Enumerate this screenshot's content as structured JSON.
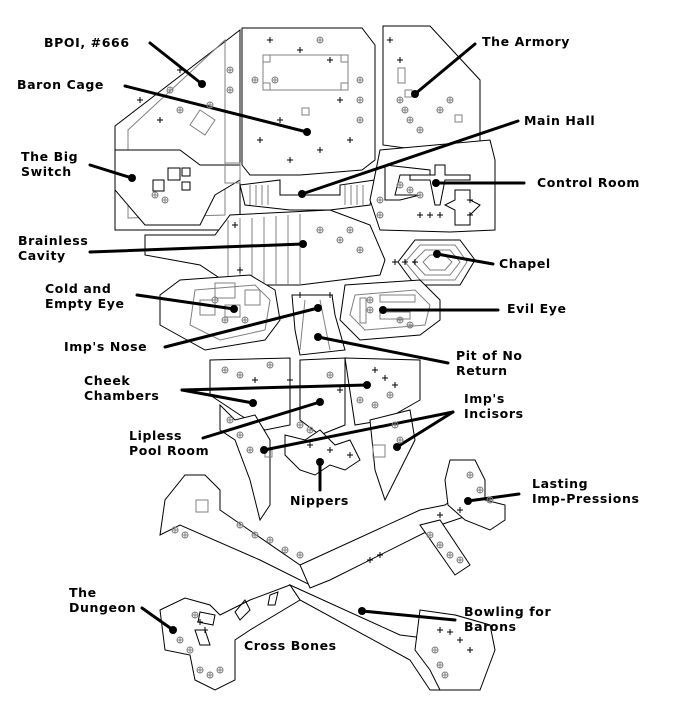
{
  "map": {
    "title": "Skull and Crossbones level map",
    "labels": [
      {
        "id": "bpoi",
        "lines": [
          "BPOI, #666"
        ]
      },
      {
        "id": "baron-cage",
        "lines": [
          "Baron Cage"
        ]
      },
      {
        "id": "the-big-switch",
        "lines": [
          "The Big",
          "Switch"
        ]
      },
      {
        "id": "brainless-cavity",
        "lines": [
          "Brainless",
          "Cavity"
        ]
      },
      {
        "id": "cold-and-empty-eye",
        "lines": [
          "Cold and",
          "Empty Eye"
        ]
      },
      {
        "id": "imps-nose",
        "lines": [
          "Imp's Nose"
        ]
      },
      {
        "id": "cheek-chambers",
        "lines": [
          "Cheek",
          "Chambers"
        ]
      },
      {
        "id": "lipless-pool-room",
        "lines": [
          "Lipless",
          "Pool Room"
        ]
      },
      {
        "id": "nippers",
        "lines": [
          "Nippers"
        ]
      },
      {
        "id": "the-armory",
        "lines": [
          "The Armory"
        ]
      },
      {
        "id": "main-hall",
        "lines": [
          "Main Hall"
        ]
      },
      {
        "id": "control-room",
        "lines": [
          "Control Room"
        ]
      },
      {
        "id": "chapel",
        "lines": [
          "Chapel"
        ]
      },
      {
        "id": "evil-eye",
        "lines": [
          "Evil Eye"
        ]
      },
      {
        "id": "pit-of-no-return",
        "lines": [
          "Pit of No",
          "Return"
        ]
      },
      {
        "id": "imps-incisors",
        "lines": [
          "Imp's",
          "Incisors"
        ]
      },
      {
        "id": "lasting-imp-pressions",
        "lines": [
          "Lasting",
          "Imp-Pressions"
        ]
      },
      {
        "id": "the-dungeon",
        "lines": [
          "The",
          "Dungeon"
        ]
      },
      {
        "id": "bowling-for-barons",
        "lines": [
          "Bowling for",
          "Barons"
        ]
      },
      {
        "id": "cross-bones",
        "lines": [
          "Cross Bones"
        ]
      }
    ],
    "colors": {
      "wall": "#000000",
      "detail": "#808080",
      "background": "#ffffff"
    }
  }
}
